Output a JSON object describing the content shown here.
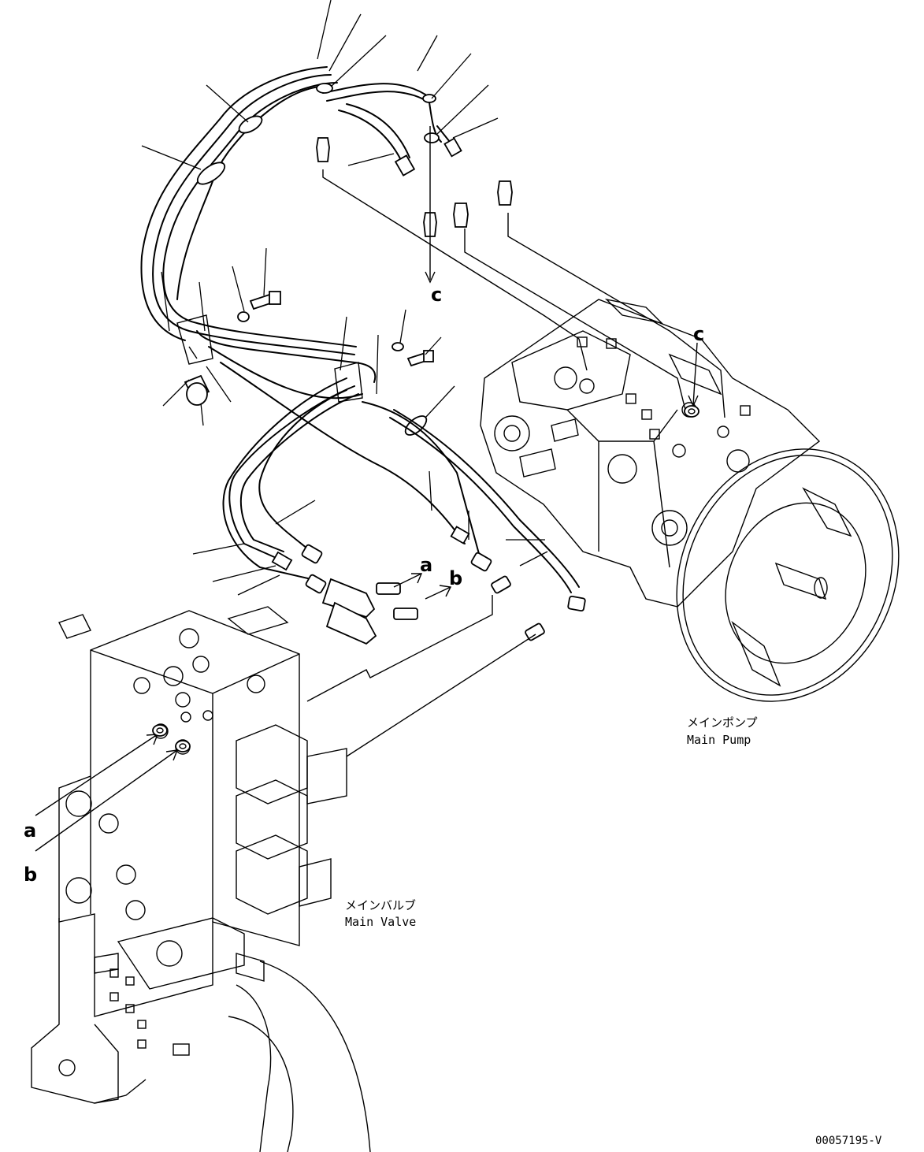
{
  "labels": {
    "main_pump_jp": "メインポンプ",
    "main_pump_en": "Main Pump",
    "main_valve_jp": "メインバルブ",
    "main_valve_en": "Main Valve",
    "ref_a": "a",
    "ref_b": "b",
    "ref_c": "c",
    "drawing_number": "00057195-V"
  },
  "icons": [
    "hydraulic-hose-icon",
    "main-pump-icon",
    "main-valve-icon",
    "bolt-icon",
    "clamp-icon",
    "fitting-icon"
  ],
  "colors": {
    "line": "#000000",
    "background": "#ffffff"
  }
}
